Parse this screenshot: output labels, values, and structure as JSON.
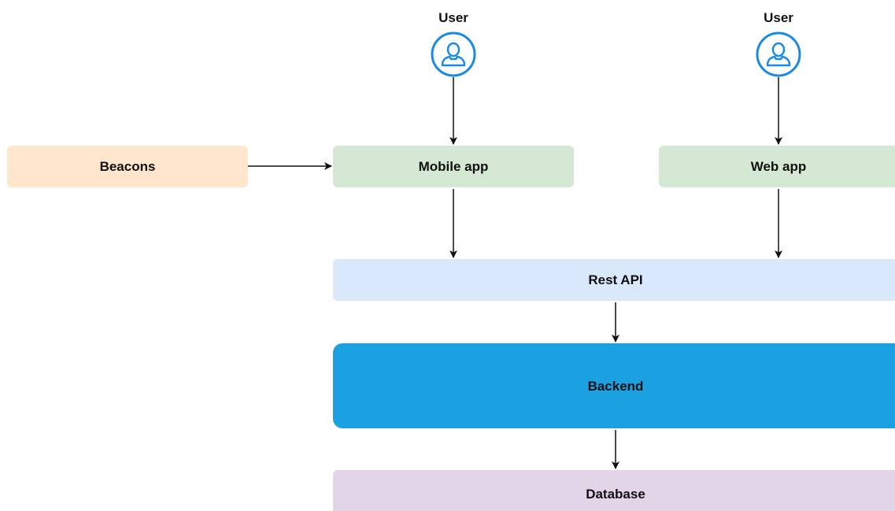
{
  "diagram": {
    "actors": [
      {
        "id": "user_mobile",
        "label": "User",
        "icon": "user-circle-icon"
      },
      {
        "id": "user_web",
        "label": "User",
        "icon": "user-circle-icon"
      }
    ],
    "nodes": [
      {
        "id": "beacons",
        "label": "Beacons",
        "fill": "#ffe6cc"
      },
      {
        "id": "mobile_app",
        "label": "Mobile app",
        "fill": "#d5e8d4"
      },
      {
        "id": "web_app",
        "label": "Web app",
        "fill": "#d5e8d4"
      },
      {
        "id": "rest_api",
        "label": "Rest API",
        "fill": "#dae8fc"
      },
      {
        "id": "backend",
        "label": "Backend",
        "fill": "#1ba1e2"
      },
      {
        "id": "database",
        "label": "Database",
        "fill": "#e1d5e7"
      }
    ],
    "edges": [
      {
        "from": "user_mobile",
        "to": "mobile_app"
      },
      {
        "from": "user_web",
        "to": "web_app"
      },
      {
        "from": "beacons",
        "to": "mobile_app"
      },
      {
        "from": "mobile_app",
        "to": "rest_api"
      },
      {
        "from": "web_app",
        "to": "rest_api"
      },
      {
        "from": "rest_api",
        "to": "backend"
      },
      {
        "from": "backend",
        "to": "database"
      }
    ],
    "colors": {
      "user_icon": "#1a8ae6",
      "edge": "#111111"
    }
  }
}
